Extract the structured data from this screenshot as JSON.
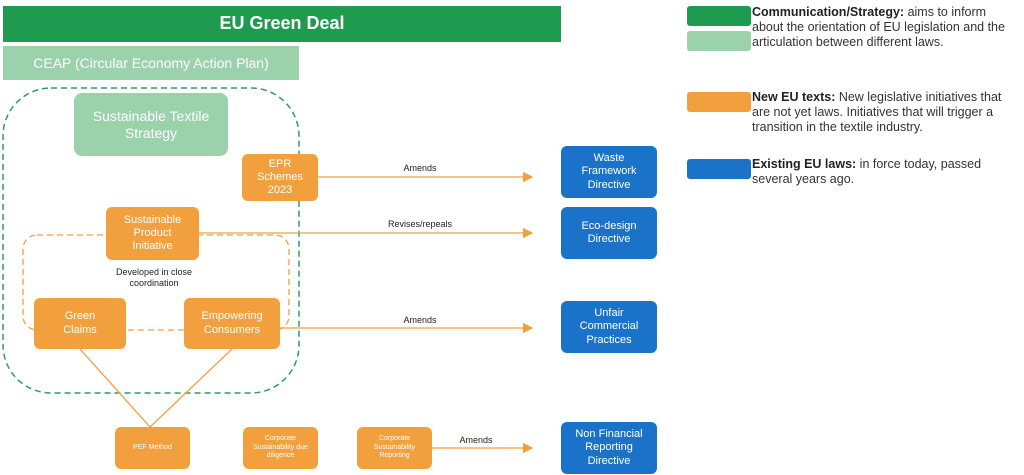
{
  "header": {
    "title": "EU Green Deal"
  },
  "ceap": {
    "label": "CEAP (Circular Economy Action Plan)"
  },
  "nodes": {
    "textile_strategy": "Sustainable Textile Strategy",
    "epr": "EPR Schemes 2023",
    "spi": "Sustainable Product Initiative",
    "green_claims": "Green Claims",
    "empowering": "Empowering Consumers",
    "pef": "PEF Method",
    "csdd": "Corporate Sustainability due diligence",
    "csr": "Corporate Sustainability Reporting",
    "waste": "Waste Framework Directive",
    "ecodesign": "Eco-design Directive",
    "unfair": "Unfair Commercial Practices",
    "nonfin": "Non Financial Reporting Directive"
  },
  "edges": {
    "amends1": "Amends",
    "revises": "Revises/repeals",
    "amends2": "Amends",
    "amends3": "Amends",
    "coordination": "Developed in close coordination"
  },
  "legend": {
    "comm_title": "Communication/Strategy:",
    "comm_text": " aims to inform about the orientation of EU legislation and the articulation between different laws.",
    "new_title": "New EU texts:",
    "new_text": " New legislative initiatives that are not yet laws. Initiatives that will trigger a transition in the textile industry.",
    "exist_title": "Existing EU laws:",
    "exist_text": " in force today, passed several years ago."
  },
  "colors": {
    "dark_green": "#1f9b50",
    "light_green": "#9bd1ab",
    "orange": "#f2a03d",
    "blue": "#1a73c8"
  }
}
